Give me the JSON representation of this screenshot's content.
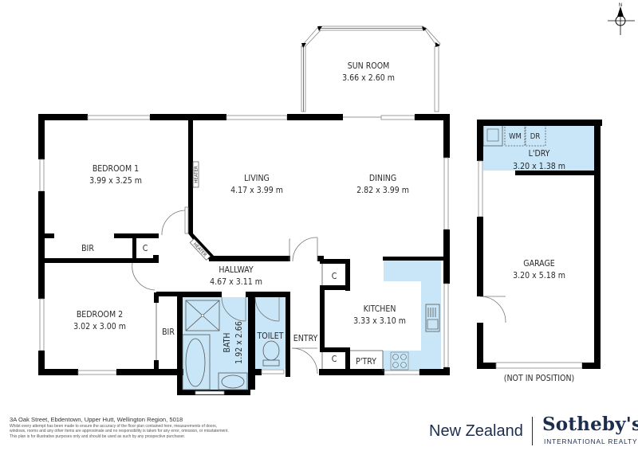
{
  "compass": {
    "label": "N",
    "icon": "north-arrow-icon"
  },
  "rooms": {
    "sun_room": {
      "name": "SUN ROOM",
      "dims": "3.66 x 2.60 m"
    },
    "bedroom1": {
      "name": "BEDROOM 1",
      "dims": "3.99 x 3.25 m"
    },
    "living": {
      "name": "LIVING",
      "dims": "4.17 x 3.99 m"
    },
    "dining": {
      "name": "DINING",
      "dims": "2.82 x 3.99 m"
    },
    "laundry": {
      "name": "L'DRY",
      "dims": "3.20 x 1.38 m"
    },
    "bir1": {
      "name": "BIR"
    },
    "cupboard_hall": {
      "name": "C"
    },
    "hallway": {
      "name": "HALLWAY",
      "dims": "4.67 x 3.11 m"
    },
    "bedroom2": {
      "name": "BEDROOM 2",
      "dims": "3.02 x 3.00 m"
    },
    "bir2": {
      "name": "BIR"
    },
    "bath": {
      "name": "BATH",
      "dims": "1.92 x 2.66"
    },
    "toilet": {
      "name": "TOILET"
    },
    "entry": {
      "name": "ENTRY"
    },
    "cupboard_entry_top": {
      "name": "C"
    },
    "cupboard_entry_bottom": {
      "name": "C"
    },
    "kitchen": {
      "name": "KITCHEN",
      "dims": "3.33 x 3.10 m"
    },
    "pantry": {
      "name": "P'TRY"
    },
    "garage": {
      "name": "GARAGE",
      "dims": "3.20 x 5.18 m",
      "note": "(NOT IN POSITION)"
    }
  },
  "fixtures": {
    "heater_bedroom": "HEATER",
    "heater_hall": "HEATER",
    "washing_machine": "WM",
    "dryer": "DR"
  },
  "colors": {
    "wet_area": "#c8e6f7",
    "wall": "#000000",
    "brand": "#1c2d4e"
  },
  "footer": {
    "address": "3A Oak Street, Ebdentown, Upper Hutt, Wellington Region, 5018",
    "disclaimer_lines": [
      "Whilst every attempt has been made to ensure the accuracy of the floor plan contained here, measurements of doors,",
      "windows, rooms and any other items are approximate and no responsibility is taken for any error, omission, or misstatement.",
      "This plan is for illustrative purposes only and should be used as such by any prospective purchaser."
    ]
  },
  "branding": {
    "region": "New Zealand",
    "name": "Sotheby's",
    "subtitle": "INTERNATIONAL REALTY"
  }
}
